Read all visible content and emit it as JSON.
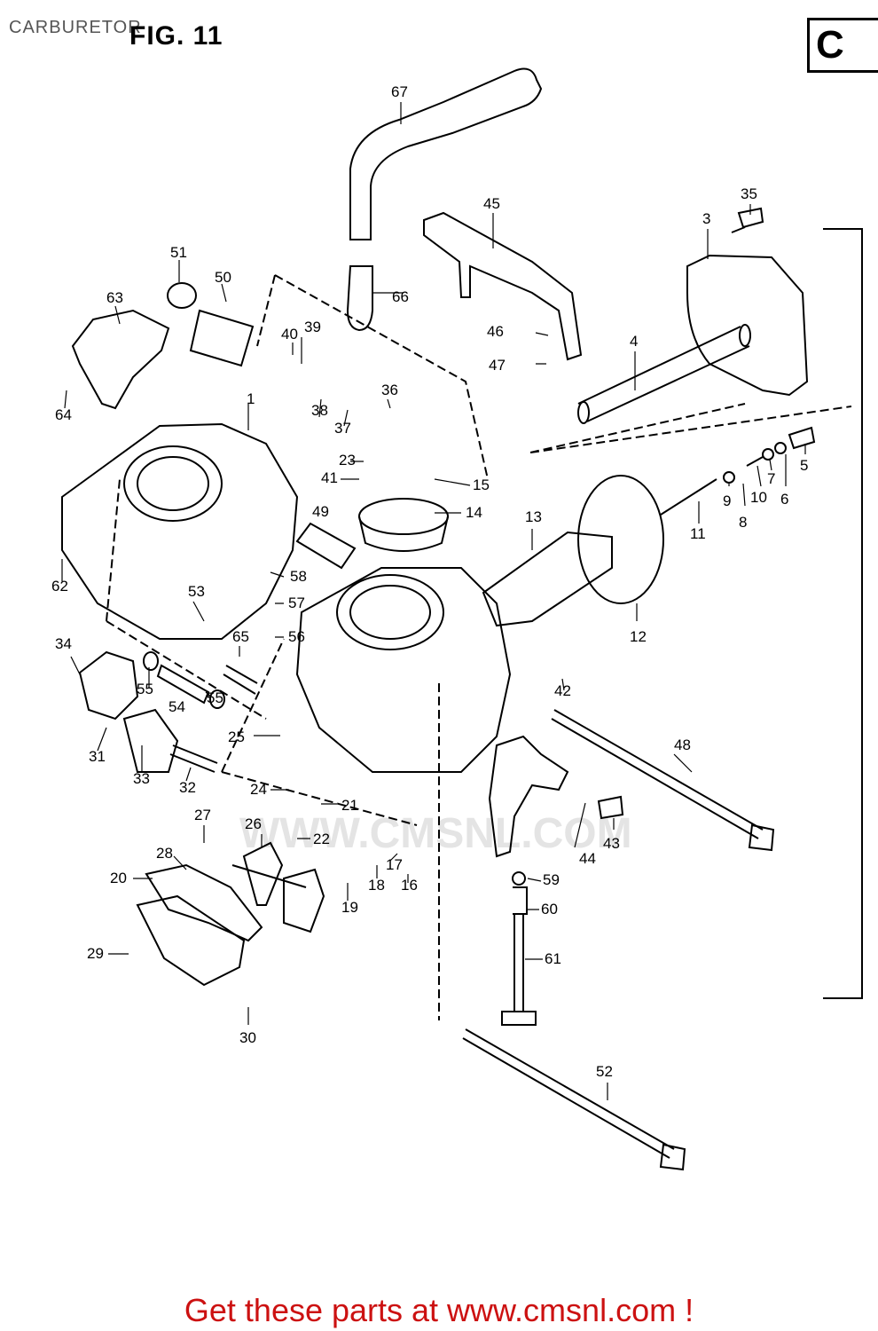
{
  "header": {
    "title": "CARBURETOR",
    "figure": "FIG. 11",
    "section": "C"
  },
  "footer": {
    "link_text": "Get these parts at www.cmsnl.com !"
  },
  "watermark": {
    "text": "WWW.CMSNL.COM"
  },
  "callouts": [
    "1",
    "3",
    "4",
    "5",
    "6",
    "7",
    "8",
    "9",
    "10",
    "11",
    "12",
    "13",
    "14",
    "15",
    "16",
    "17",
    "18",
    "19",
    "20",
    "21",
    "22",
    "23",
    "24",
    "25",
    "26",
    "27",
    "28",
    "29",
    "30",
    "31",
    "32",
    "33",
    "34",
    "35",
    "36",
    "37",
    "38",
    "39",
    "40",
    "41",
    "42",
    "43",
    "44",
    "45",
    "46",
    "47",
    "48",
    "49",
    "50",
    "51",
    "52",
    "53",
    "54",
    "55",
    "55",
    "56",
    "57",
    "58",
    "59",
    "60",
    "61",
    "62",
    "63",
    "64",
    "65",
    "66",
    "67"
  ],
  "colors": {
    "line": "#000000",
    "footer": "#cc1111",
    "watermark": "#e4e4e4"
  }
}
